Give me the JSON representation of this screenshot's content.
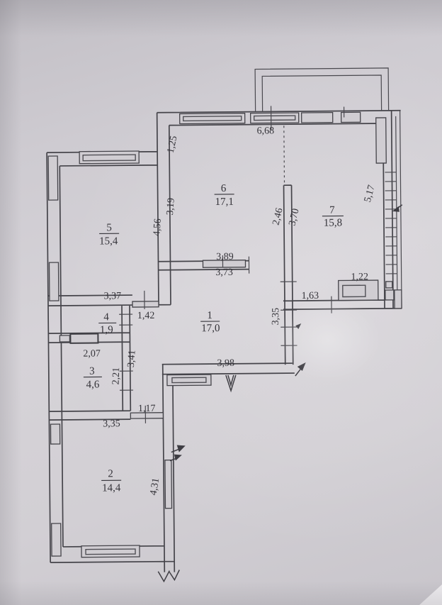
{
  "rooms": [
    {
      "number": "1",
      "area": "17,0"
    },
    {
      "number": "2",
      "area": "14,4"
    },
    {
      "number": "3",
      "area": "4,6"
    },
    {
      "number": "4",
      "area": "1,9"
    },
    {
      "number": "5",
      "area": "15,4"
    },
    {
      "number": "6",
      "area": "17,1"
    },
    {
      "number": "7",
      "area": "15,8"
    }
  ],
  "dims": {
    "top_total": "6,68",
    "top_left_side": "1,25",
    "room6_left": "3,19",
    "room5_right": "4,56",
    "divider_upper": "2,46",
    "divider_lower": "3,70",
    "right_side": "5,17",
    "room6_bottom": "3,89",
    "room1_top": "3,73",
    "room5_bottom": "3,37",
    "room5_door": "1,42",
    "room7_window": "1,22",
    "room7_bottom": "1,63",
    "room1_right": "3,35",
    "room3_top": "2,07",
    "hall_side": "3,41",
    "room3_right": "2,21",
    "room1_bottom": "3,98",
    "room2_door": "1,17",
    "room2_top": "3,35",
    "room2_right": "4,31"
  }
}
